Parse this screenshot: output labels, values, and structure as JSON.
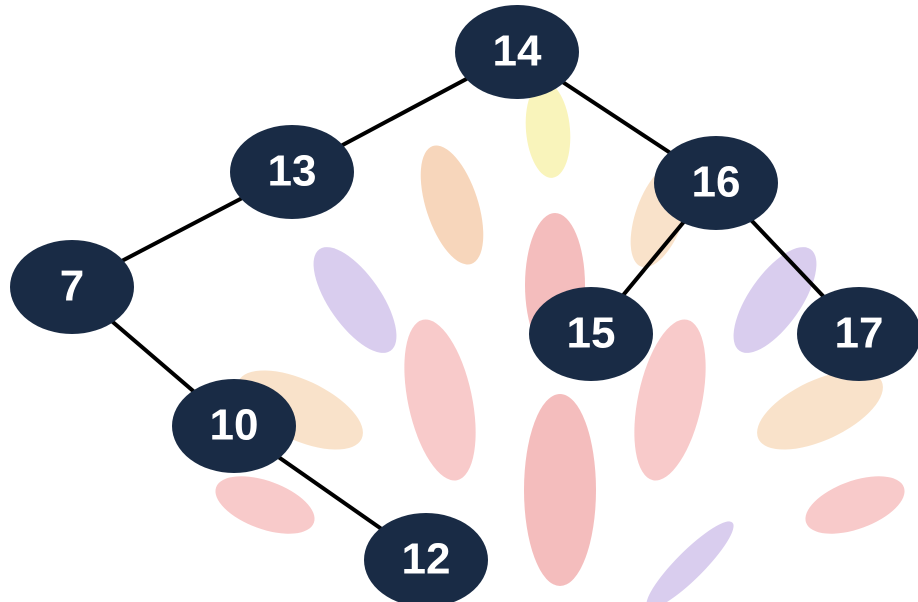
{
  "diagram": {
    "type": "binary-tree",
    "colors": {
      "node_fill": "#192b45",
      "node_text": "#ffffff",
      "edge": "#000000",
      "watermark_petals": [
        "#f4c9a4",
        "#f7d9b8",
        "#cdbde9",
        "#f6b8b8",
        "#f1a7a7",
        "#f7f0a4"
      ]
    },
    "nodes": [
      {
        "id": "n14",
        "label": "14"
      },
      {
        "id": "n13",
        "label": "13"
      },
      {
        "id": "n16",
        "label": "16"
      },
      {
        "id": "n7",
        "label": "7"
      },
      {
        "id": "n15",
        "label": "15"
      },
      {
        "id": "n17",
        "label": "17"
      },
      {
        "id": "n10",
        "label": "10"
      },
      {
        "id": "n12",
        "label": "12"
      }
    ],
    "edges": [
      {
        "from": "n14",
        "to": "n13"
      },
      {
        "from": "n14",
        "to": "n16"
      },
      {
        "from": "n13",
        "to": "n7"
      },
      {
        "from": "n16",
        "to": "n15"
      },
      {
        "from": "n16",
        "to": "n17"
      },
      {
        "from": "n7",
        "to": "n10"
      },
      {
        "from": "n10",
        "to": "n12"
      }
    ]
  }
}
